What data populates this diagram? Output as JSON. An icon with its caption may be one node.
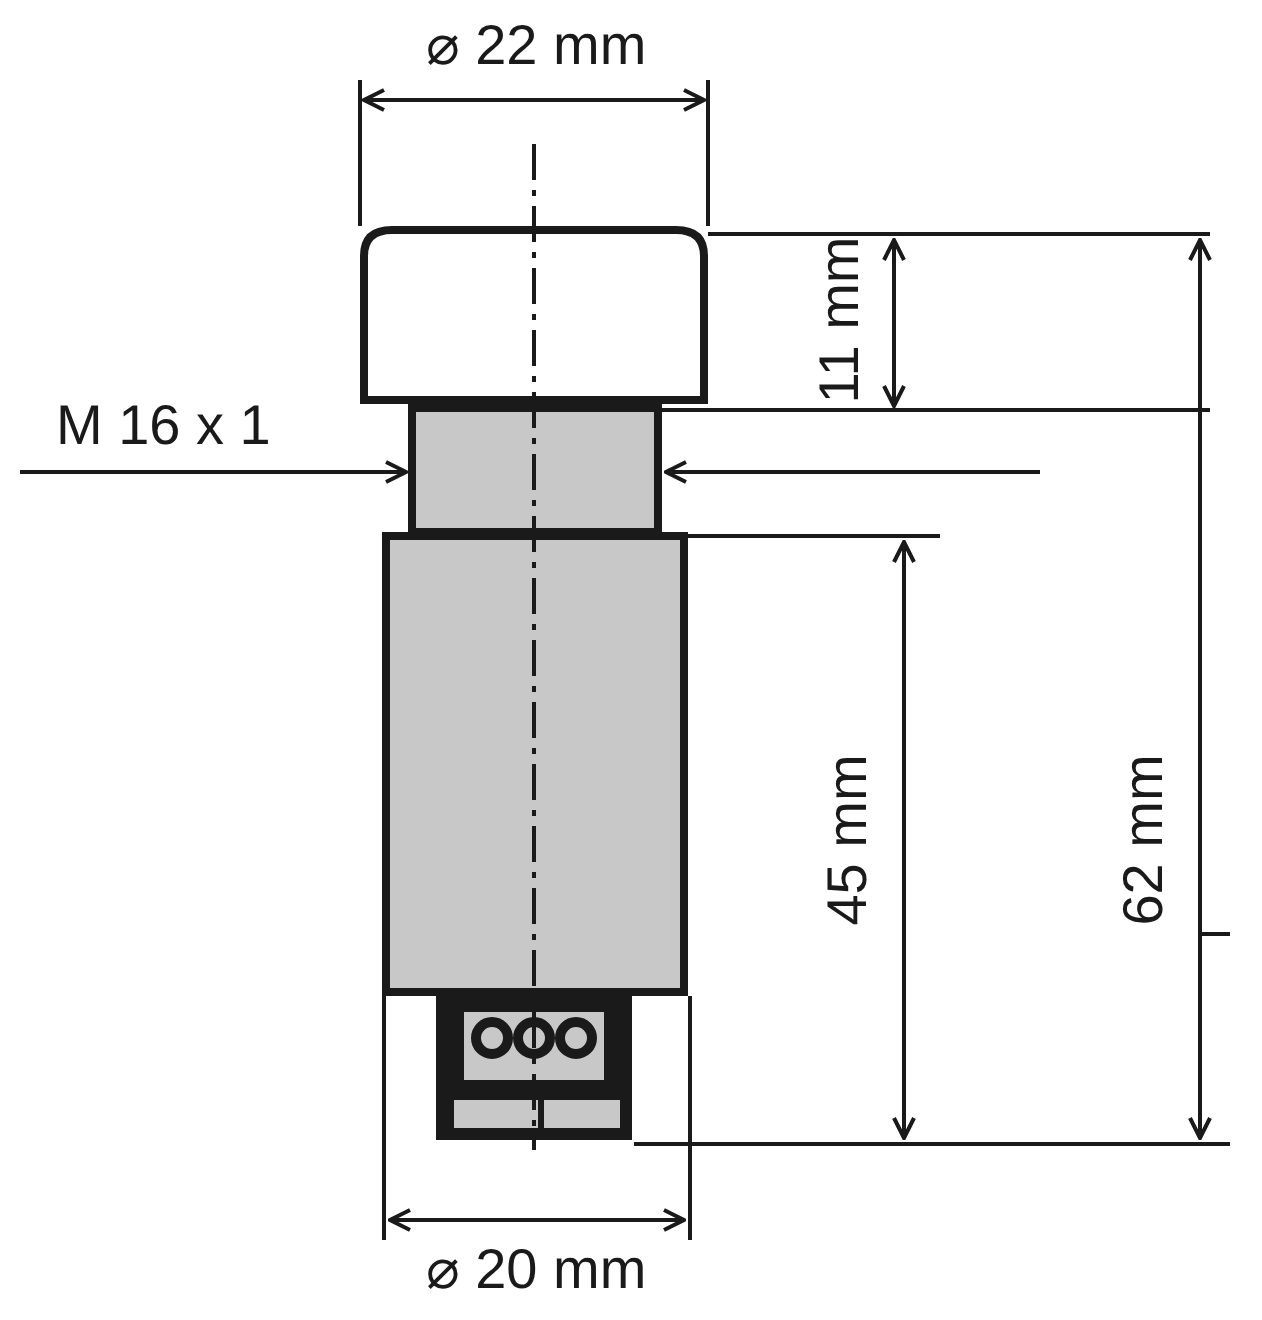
{
  "diagram": {
    "labels": [
      "⌀ 22 mm",
      "11 mm",
      "M 16 x 1",
      "45 mm",
      "62 mm",
      "⌀ 20 mm"
    ]
  }
}
